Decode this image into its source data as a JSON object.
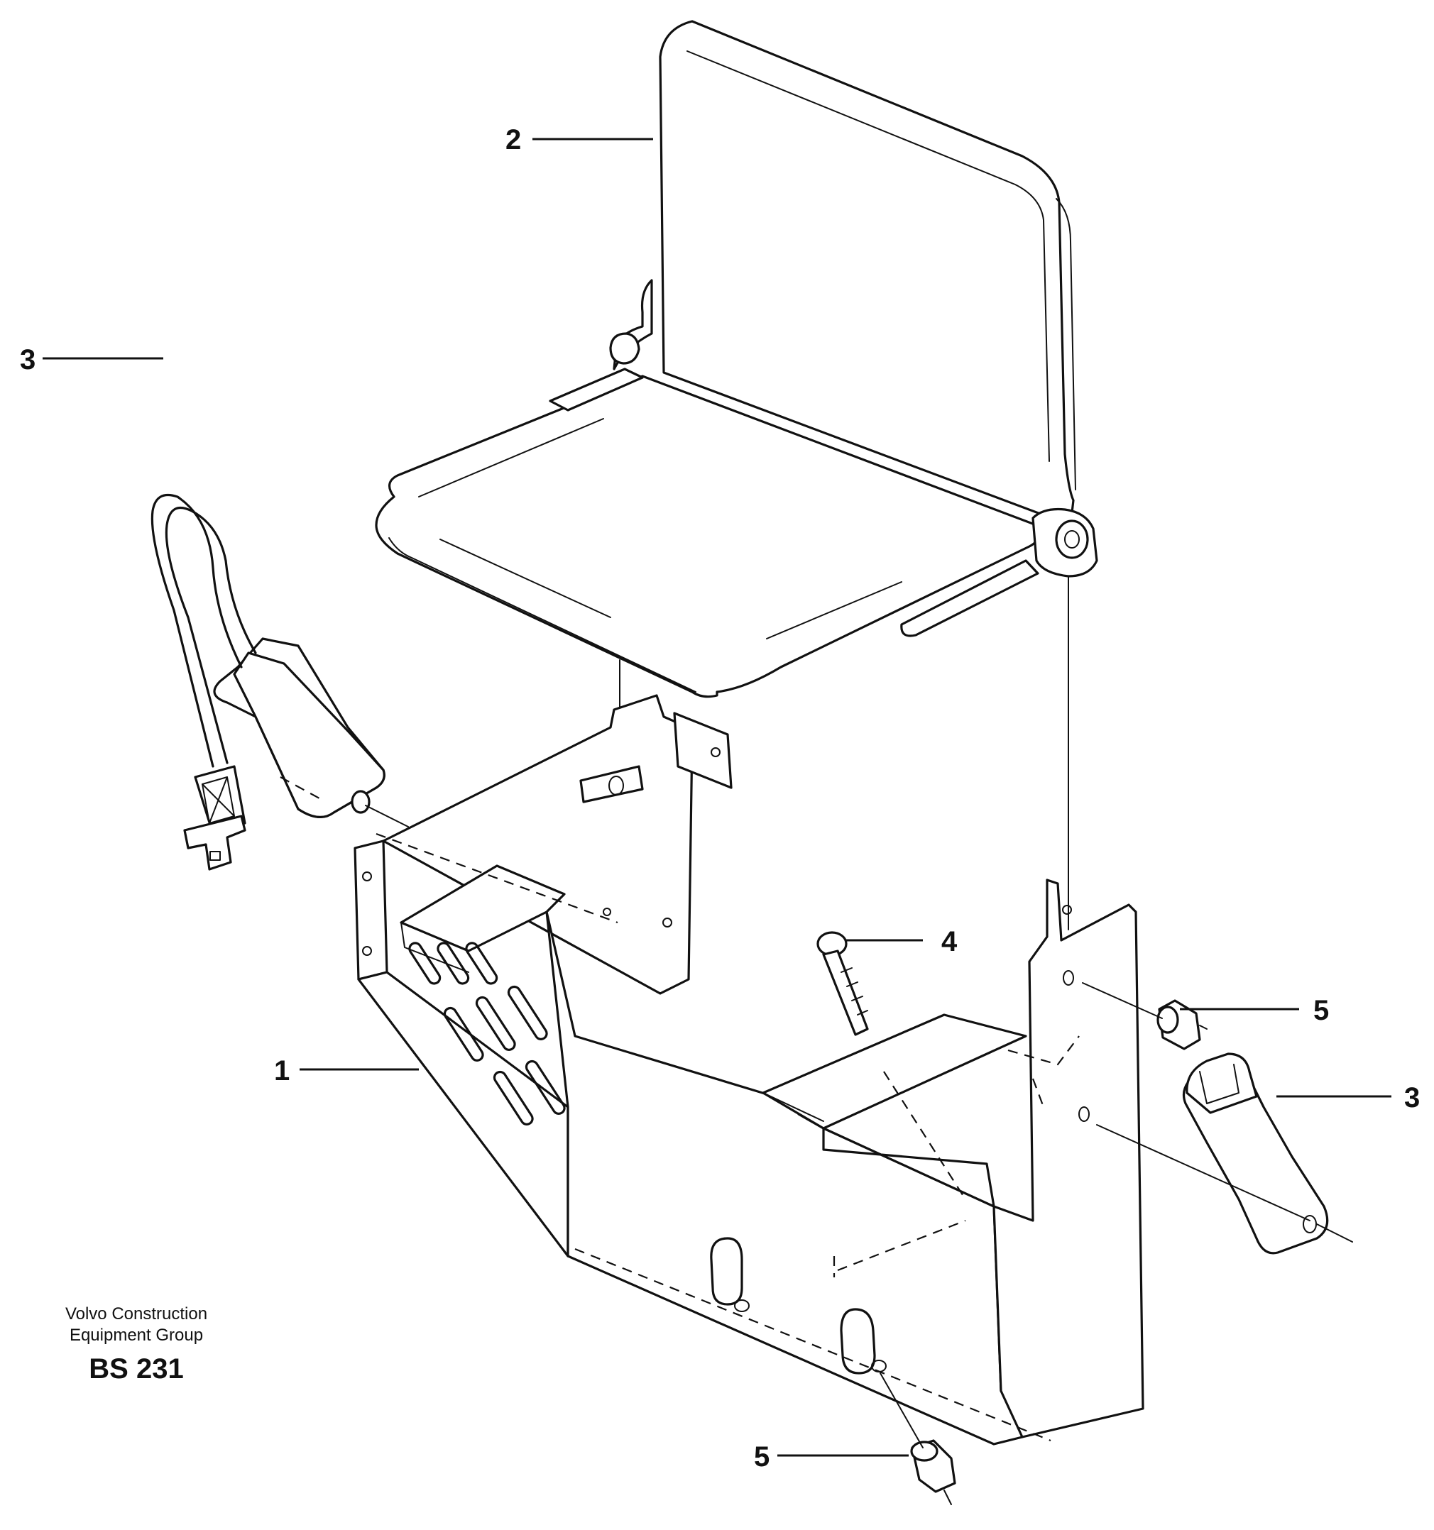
{
  "callouts": {
    "seat": "2",
    "belt_left": "3",
    "belt_right": "3",
    "console": "1",
    "screw": "4",
    "nut_right": "5",
    "nut_bottom": "5"
  },
  "footer": {
    "company_line1": "Volvo Construction",
    "company_line2": "Equipment Group",
    "code": "BS 231"
  }
}
